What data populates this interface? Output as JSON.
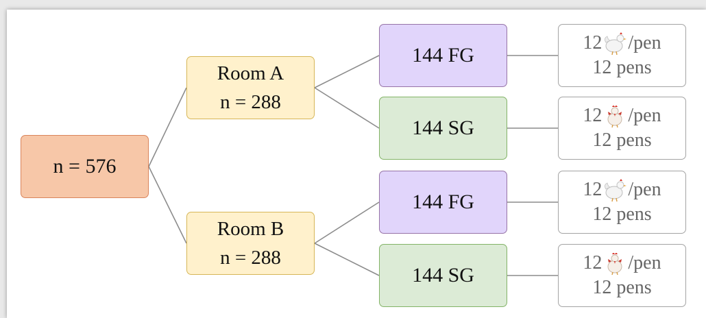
{
  "diagram": {
    "root": {
      "label": "n = 576"
    },
    "rooms": [
      {
        "name": "Room A",
        "count": "n = 288"
      },
      {
        "name": "Room B",
        "count": "n = 288"
      }
    ],
    "groups": [
      {
        "label": "144 FG",
        "type": "FG"
      },
      {
        "label": "144 SG",
        "type": "SG"
      },
      {
        "label": "144 FG",
        "type": "FG"
      },
      {
        "label": "144 SG",
        "type": "SG"
      }
    ],
    "pens": [
      {
        "prefix": "12",
        "suffix": "/pen",
        "pens": "12 pens",
        "icon": "white-chicken-icon"
      },
      {
        "prefix": "12 ",
        "suffix": "/pen",
        "pens": "12 pens",
        "icon": "chicken-icon"
      },
      {
        "prefix": "12",
        "suffix": "/pen",
        "pens": "12 pens",
        "icon": "white-chicken-icon"
      },
      {
        "prefix": "12 ",
        "suffix": "/pen",
        "pens": "12 pens",
        "icon": "chicken-icon"
      }
    ]
  },
  "colors": {
    "root_fill": "#f7c7a8",
    "room_fill": "#fff1cc",
    "fg_fill": "#e1d5fb",
    "sg_fill": "#dcebd6",
    "pen_fill": "#ffffff",
    "edge": "#8c8c8c"
  }
}
